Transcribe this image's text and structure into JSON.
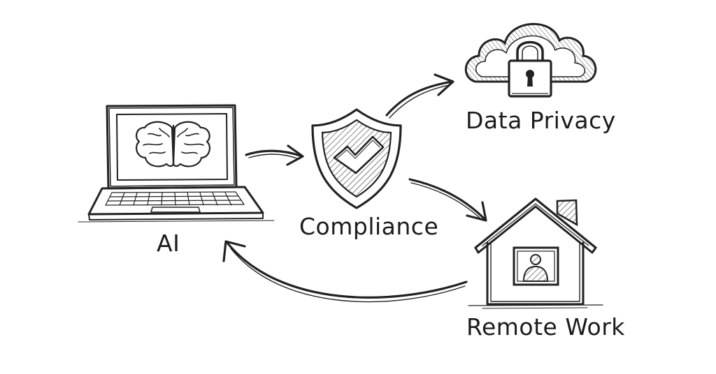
{
  "colors": {
    "ink": "#222222",
    "background": "#ffffff"
  },
  "nodes": {
    "ai": {
      "label": "AI",
      "icon": "laptop-brain-icon"
    },
    "compliance": {
      "label": "Compliance",
      "icon": "shield-check-icon"
    },
    "data_privacy": {
      "label": "Data Privacy",
      "icon": "cloud-lock-icon"
    },
    "remote_work": {
      "label": "Remote Work",
      "icon": "house-person-icon"
    }
  },
  "edges": [
    {
      "from": "AI",
      "to": "Compliance"
    },
    {
      "from": "Compliance",
      "to": "Data Privacy"
    },
    {
      "from": "Compliance",
      "to": "Remote Work"
    },
    {
      "from": "Remote Work",
      "to": "AI"
    }
  ]
}
